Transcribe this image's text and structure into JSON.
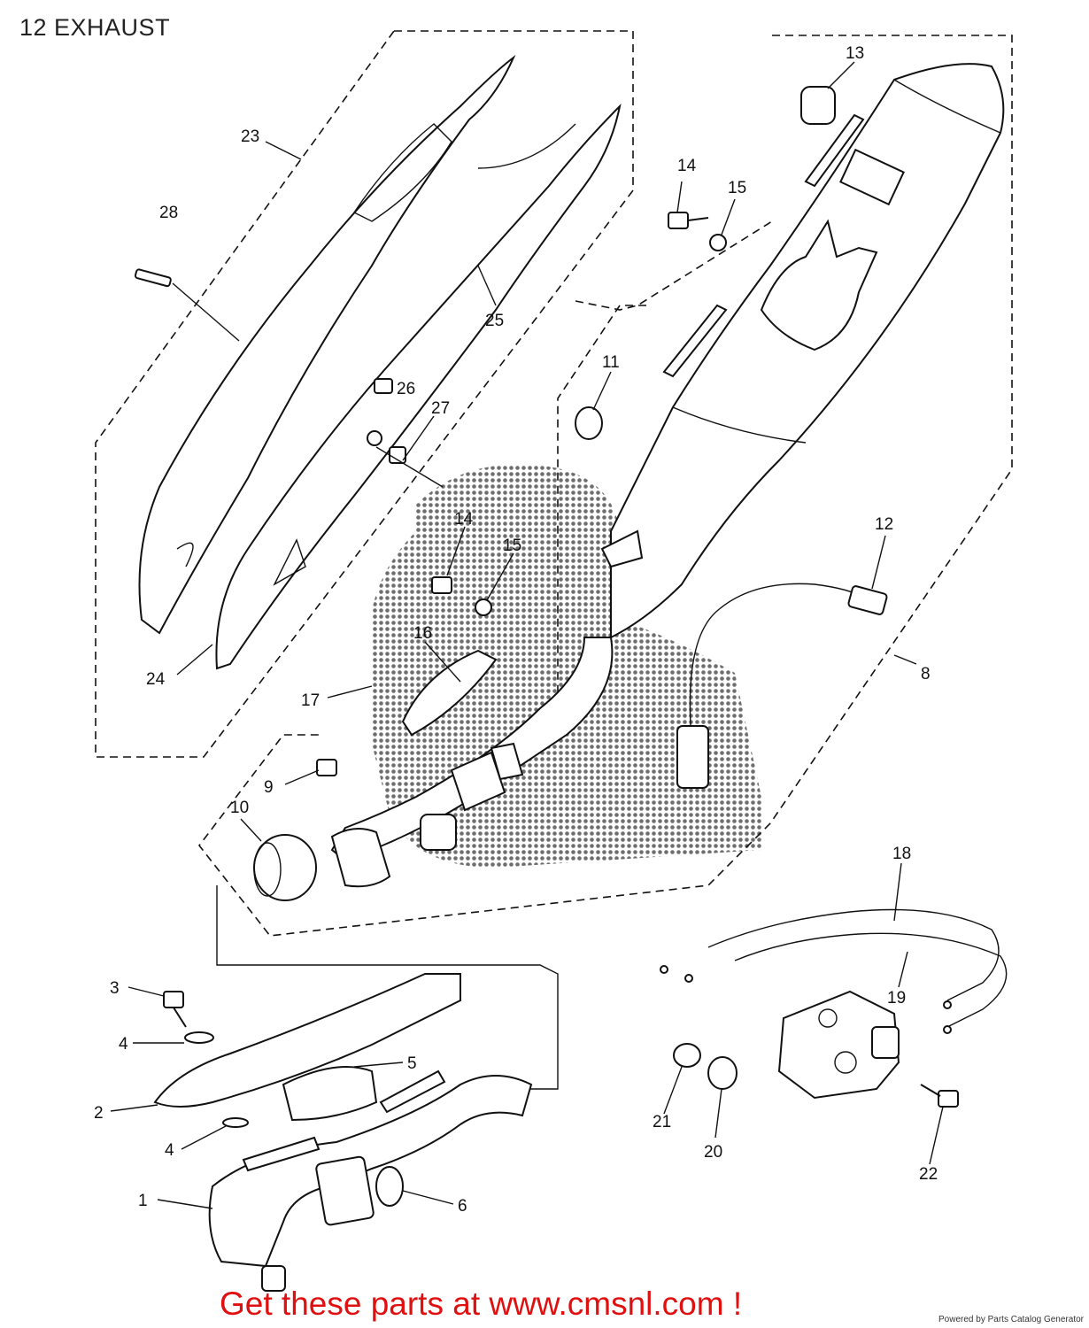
{
  "header": {
    "title": "12 EXHAUST"
  },
  "callouts": [
    "1",
    "2",
    "3",
    "4",
    "4",
    "5",
    "6",
    "8",
    "9",
    "10",
    "11",
    "12",
    "13",
    "14",
    "14",
    "15",
    "15",
    "16",
    "17",
    "18",
    "19",
    "20",
    "21",
    "22",
    "23",
    "24",
    "25",
    "26",
    "27",
    "28"
  ],
  "footer": {
    "cta": "Get these parts at www.cmsnl.com !",
    "cta_color": "#e01010",
    "powered_by": "Powered by Parts Catalog Generator"
  }
}
